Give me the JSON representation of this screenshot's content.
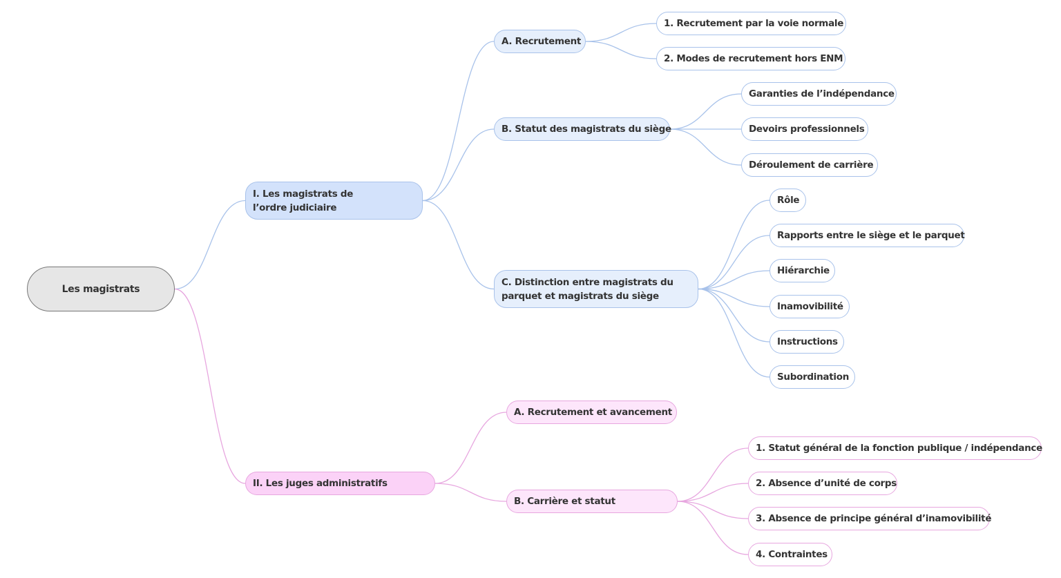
{
  "colors": {
    "blue_branch": "#a8c2ea",
    "pink_branch": "#e7a6df",
    "root_fill": "#e6e6e6"
  },
  "root": {
    "label": "Les magistrats"
  },
  "branches": [
    {
      "label": "I. Les magistrats de l’ordre judiciaire",
      "children": [
        {
          "label": "A. Recrutement",
          "children": [
            "1. Recrutement par la voie normale",
            "2. Modes de recrutement hors ENM"
          ]
        },
        {
          "label": "B. Statut des magistrats du siège",
          "children": [
            "Garanties de l’indépendance",
            "Devoirs professionnels",
            "Déroulement de carrière"
          ]
        },
        {
          "label": "C. Distinction entre magistrats du parquet et magistrats du siège",
          "children": [
            "Rôle",
            "Rapports entre le siège et le parquet",
            "Hiérarchie",
            "Inamovibilité",
            "Instructions",
            "Subordination"
          ]
        }
      ]
    },
    {
      "label": "II. Les juges administratifs",
      "children": [
        {
          "label": "A. Recrutement et avancement",
          "children": []
        },
        {
          "label": "B. Carrière et statut",
          "children": [
            "1. Statut général de la fonction publique / indépendance",
            "2. Absence d’unité de corps",
            "3. Absence de principe général d’inamovibilité",
            "4. Contraintes"
          ]
        }
      ]
    }
  ]
}
